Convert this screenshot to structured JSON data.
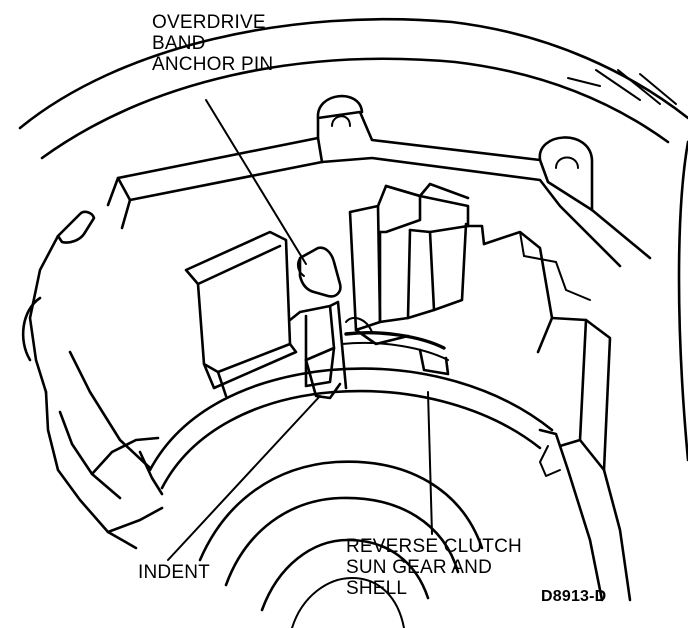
{
  "labels": {
    "overdrive_band_anchor_pin": [
      "OVERDRIVE",
      "BAND",
      "ANCHOR PIN"
    ],
    "indent": "INDENT",
    "reverse_clutch_sun_gear_and_shell": [
      "REVERSE CLUTCH",
      "SUN GEAR AND",
      "SHELL"
    ],
    "figure_code": "D8913-D"
  },
  "colors": {
    "ink": "#000000",
    "paper": "#ffffff"
  }
}
